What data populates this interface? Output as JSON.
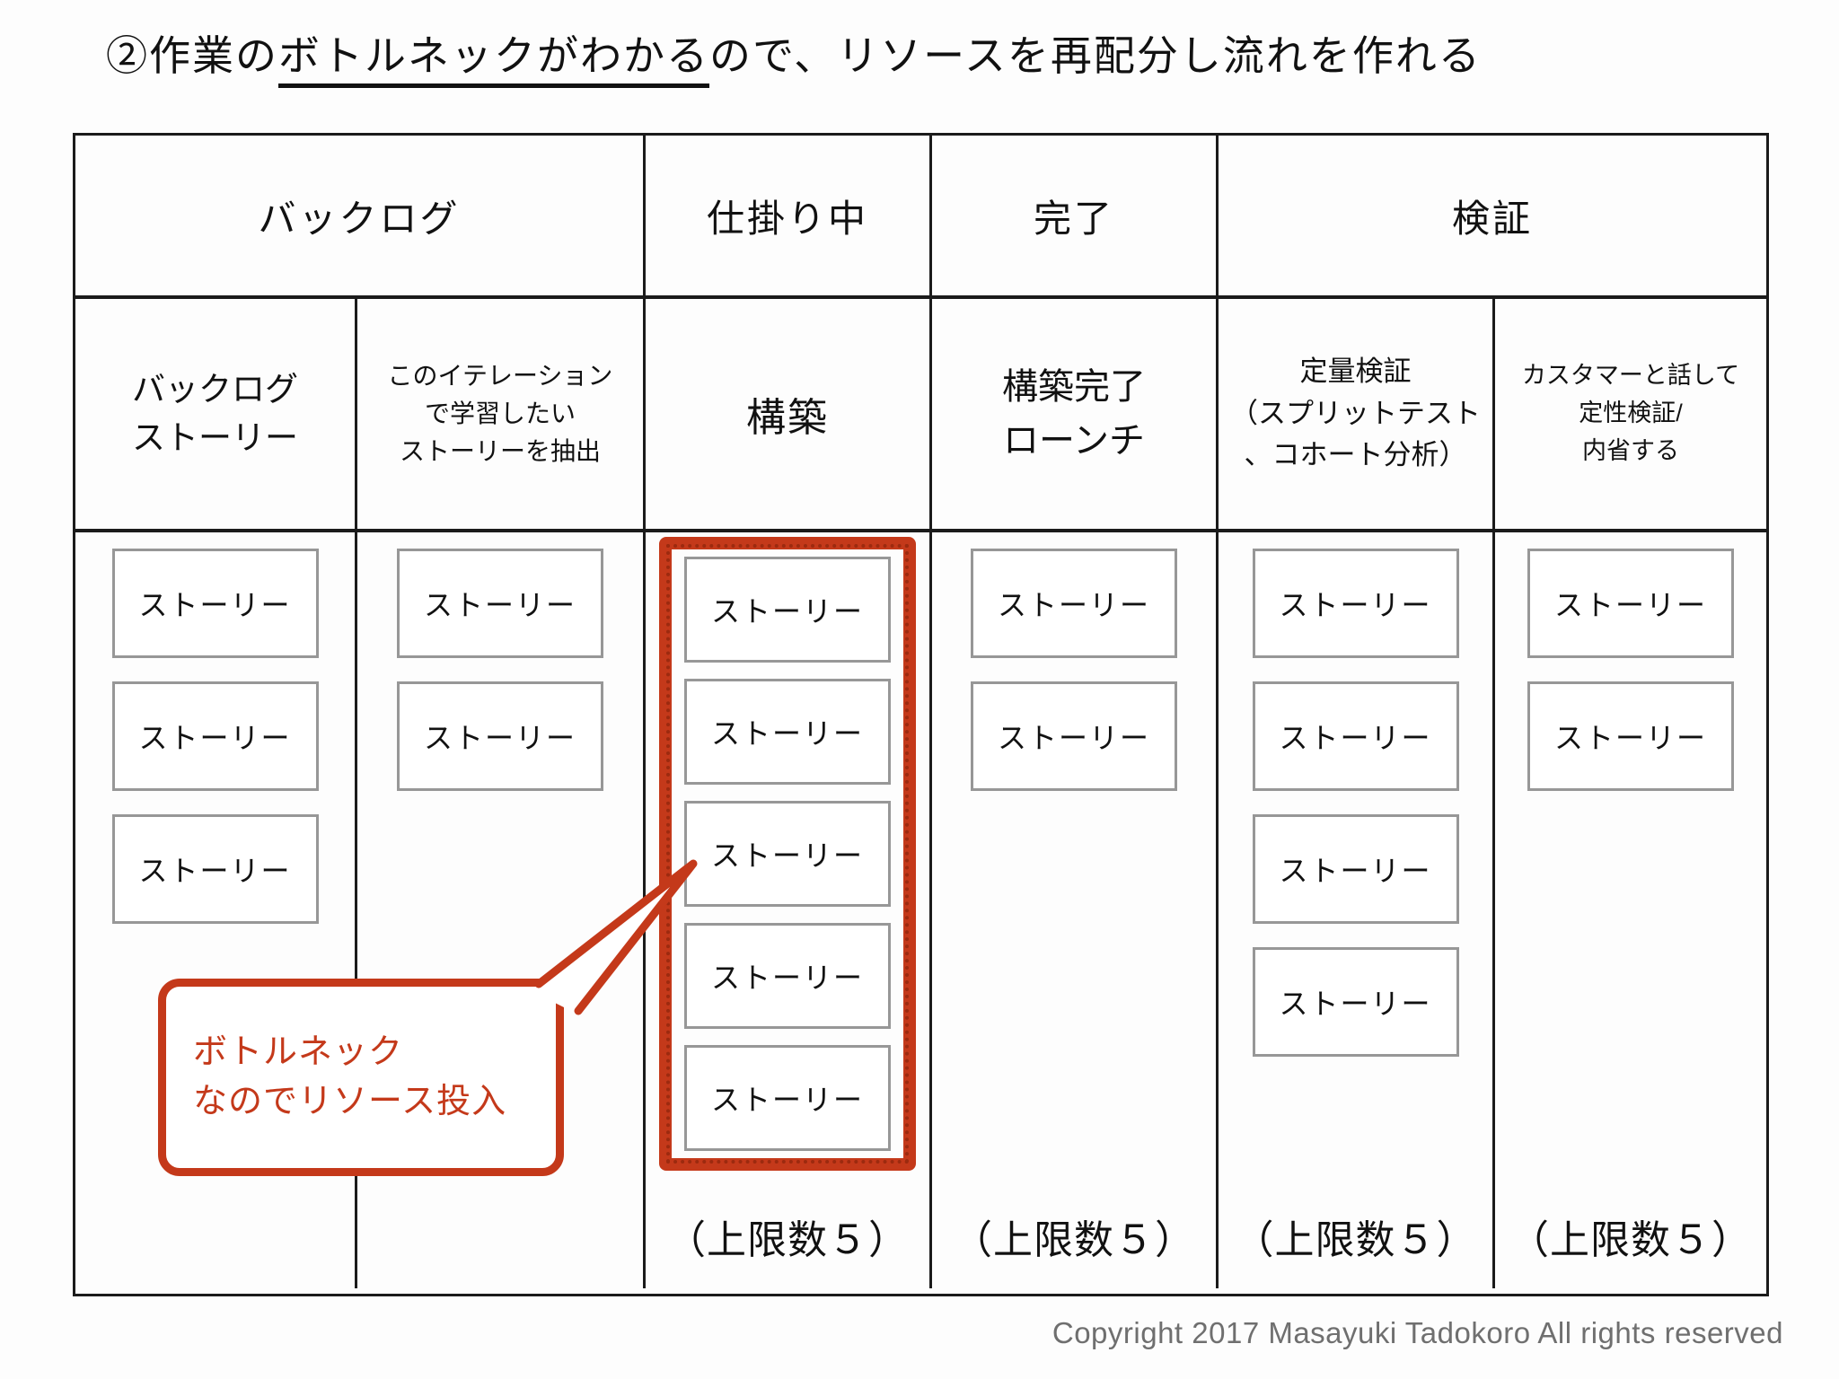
{
  "title": {
    "prefix": "②作業の",
    "underlined": "ボトルネックがわかる",
    "suffix": "ので、リソースを再配分し流れを作れる"
  },
  "board": {
    "top_headers": [
      {
        "label": "バックログ",
        "span": 2
      },
      {
        "label": "仕掛り中",
        "span": 1
      },
      {
        "label": "完了",
        "span": 1
      },
      {
        "label": "検証",
        "span": 2
      }
    ],
    "columns": [
      {
        "id": "backlog-story",
        "header": "バックログ\nストーリー",
        "cards": [
          "ストーリー",
          "ストーリー",
          "ストーリー"
        ],
        "limit": ""
      },
      {
        "id": "iteration-extract",
        "header": "このイテレーション\nで学習したい\nストーリーを抽出",
        "cards": [
          "ストーリー",
          "ストーリー"
        ],
        "limit": ""
      },
      {
        "id": "build",
        "header": "構築",
        "cards": [
          "ストーリー",
          "ストーリー",
          "ストーリー",
          "ストーリー",
          "ストーリー"
        ],
        "limit": "（上限数５）",
        "highlighted": true
      },
      {
        "id": "build-done-launch",
        "header": "構築完了\nローンチ",
        "cards": [
          "ストーリー",
          "ストーリー"
        ],
        "limit": "（上限数５）"
      },
      {
        "id": "quantitative-verification",
        "header": "定量検証\n（スプリットテスト\n、コホート分析）",
        "cards": [
          "ストーリー",
          "ストーリー",
          "ストーリー",
          "ストーリー"
        ],
        "limit": "（上限数５）"
      },
      {
        "id": "qualitative-verification",
        "header": "カスタマーと話して\n定性検証/\n内省する",
        "cards": [
          "ストーリー",
          "ストーリー"
        ],
        "limit": "（上限数５）"
      }
    ]
  },
  "callout": {
    "text": "ボトルネック\nなのでリソース投入"
  },
  "footer": {
    "copyright": "Copyright 2017 Masayuki Tadokoro All rights reserved"
  },
  "colors": {
    "accent_red": "#c4391a",
    "card_border": "#979797",
    "table_line": "#1b1b1b",
    "copyright_gray": "#6f6f6f"
  }
}
